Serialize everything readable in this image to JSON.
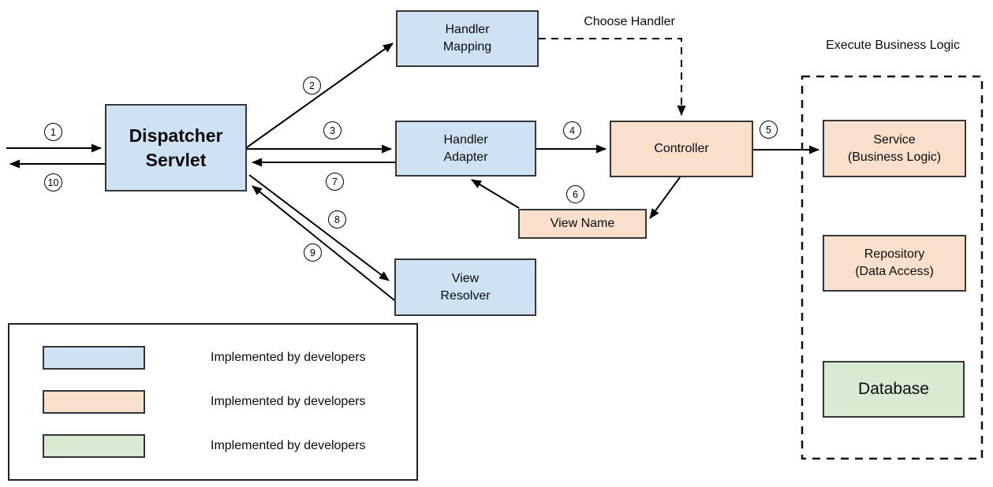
{
  "colors": {
    "node_blue": "#cfe2f3",
    "node_peach": "#f9e0cd",
    "node_green": "#d9ead3"
  },
  "nodes": {
    "dispatcher": {
      "line1": "Dispatcher",
      "line2": "Servlet"
    },
    "handler_mapping": {
      "line1": "Handler",
      "line2": "Mapping"
    },
    "handler_adapter": {
      "line1": "Handler",
      "line2": "Adapter"
    },
    "controller": {
      "line1": "Controller"
    },
    "view_name": {
      "line1": "View Name"
    },
    "view_resolver": {
      "line1": "View",
      "line2": "Resolver"
    },
    "service": {
      "line1": "Service",
      "line2": "(Business Logic)"
    },
    "repository": {
      "line1": "Repository",
      "line2": "(Data Access)"
    },
    "database": {
      "line1": "Database"
    }
  },
  "labels": {
    "choose_handler": "Choose Handler",
    "execute_business_logic": "Execute Business Logic"
  },
  "steps": {
    "s1": "1",
    "s2": "2",
    "s3": "3",
    "s4": "4",
    "s5": "5",
    "s6": "6",
    "s7": "7",
    "s8": "8",
    "s9": "9",
    "s10": "10"
  },
  "legend": {
    "items": [
      {
        "swatch": "node_blue",
        "label": "Implemented by developers"
      },
      {
        "swatch": "node_peach",
        "label": "Implemented by developers"
      },
      {
        "swatch": "node_green",
        "label": "Implemented by developers"
      }
    ]
  }
}
